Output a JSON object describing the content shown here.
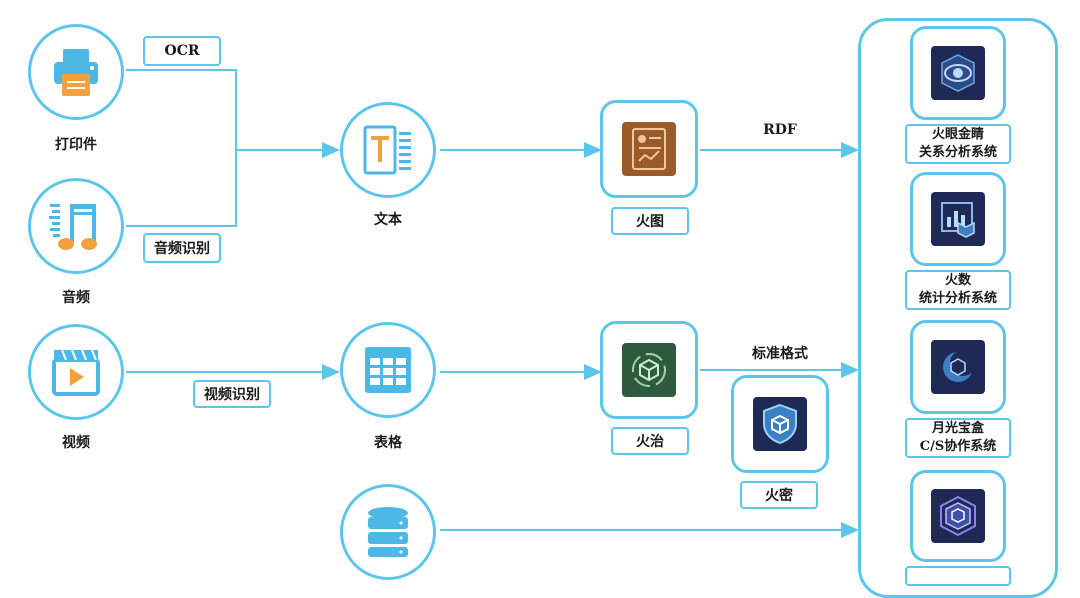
{
  "sources": {
    "printer": "打印件",
    "audio": "音频",
    "video": "视频"
  },
  "processes": {
    "ocr": "OCR",
    "speech": "音频识别",
    "video_recognition": "视频识别"
  },
  "data_types": {
    "text": "文本",
    "table": "表格"
  },
  "tools": {
    "huotu": "火图",
    "huozhi": "火治",
    "huomi": "火密"
  },
  "edges": {
    "rdf": "RDF",
    "standard_format": "标准格式"
  },
  "systems": [
    {
      "line1": "火眼金睛",
      "line2": "关系分析系统"
    },
    {
      "line1": "火数",
      "line2": "统计分析系统"
    },
    {
      "line1": "月光宝盒",
      "line2": "C/S协作系统"
    }
  ],
  "colors": {
    "accent": "#5cc6ea",
    "icon_orange": "#f2a23c",
    "tile_dark": "#1e2a55",
    "tile_brown": "#9a5a2a",
    "tile_green": "#2e5a3e"
  },
  "icons": {
    "printer": "printer-icon",
    "music": "music-note-icon",
    "video": "video-clapper-icon",
    "text": "text-document-icon",
    "table": "table-grid-icon",
    "database": "database-icon"
  }
}
